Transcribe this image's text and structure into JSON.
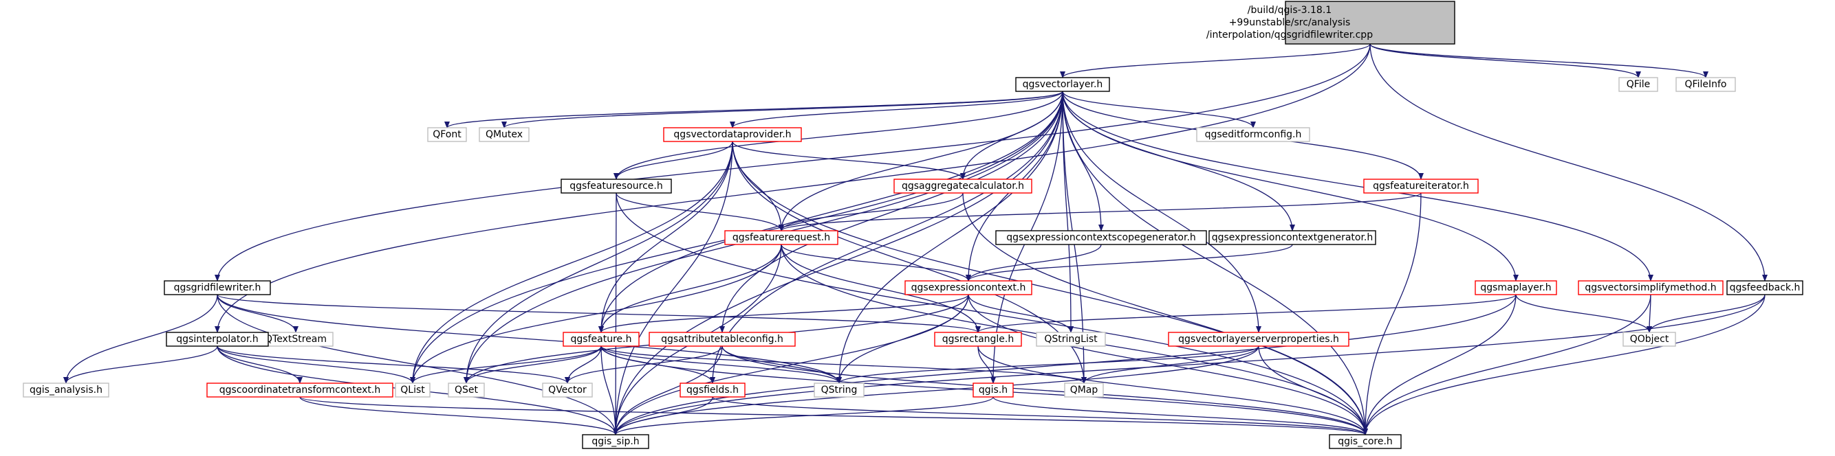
{
  "colors": {
    "edge": "#191970",
    "node_border_normal": "#000000",
    "node_border_red": "#ff0000",
    "node_border_gray": "#bfbfbf",
    "root_fill": "#bfbfbf",
    "fill": "#ffffff"
  },
  "nodes": [
    {
      "id": "root",
      "lines": [
        "/build/qgis-3.18.1",
        "+99unstable/src/analysis",
        "/interpolation/qgsgridfilewriter.cpp"
      ],
      "kind": "root"
    },
    {
      "id": "qgsvectorlayer",
      "lines": [
        "qgsvectorlayer.h"
      ],
      "kind": "normal"
    },
    {
      "id": "QFile",
      "lines": [
        "QFile"
      ],
      "kind": "gray"
    },
    {
      "id": "QFileInfo",
      "lines": [
        "QFileInfo"
      ],
      "kind": "gray"
    },
    {
      "id": "QFont",
      "lines": [
        "QFont"
      ],
      "kind": "gray"
    },
    {
      "id": "QMutex",
      "lines": [
        "QMutex"
      ],
      "kind": "gray"
    },
    {
      "id": "qgsvectordataprovider",
      "lines": [
        "qgsvectordataprovider.h"
      ],
      "kind": "red"
    },
    {
      "id": "qgseditformconfig",
      "lines": [
        "qgseditformconfig.h"
      ],
      "kind": "gray"
    },
    {
      "id": "qgsfeaturesource",
      "lines": [
        "qgsfeaturesource.h"
      ],
      "kind": "normal"
    },
    {
      "id": "qgsaggregatecalculator",
      "lines": [
        "qgsaggregatecalculator.h"
      ],
      "kind": "red"
    },
    {
      "id": "qgsfeatureiterator",
      "lines": [
        "qgsfeatureiterator.h"
      ],
      "kind": "red"
    },
    {
      "id": "qgsfeaturerequest",
      "lines": [
        "qgsfeaturerequest.h"
      ],
      "kind": "red"
    },
    {
      "id": "qgsexpressioncontextscopegenerator",
      "lines": [
        "qgsexpressioncontextscopegenerator.h"
      ],
      "kind": "normal"
    },
    {
      "id": "qgsexpressioncontextgenerator",
      "lines": [
        "qgsexpressioncontextgenerator.h"
      ],
      "kind": "normal"
    },
    {
      "id": "qgsgridfilewriter",
      "lines": [
        "qgsgridfilewriter.h"
      ],
      "kind": "normal"
    },
    {
      "id": "qgsexpressioncontext",
      "lines": [
        "qgsexpressioncontext.h"
      ],
      "kind": "red"
    },
    {
      "id": "qgsmaplayer",
      "lines": [
        "qgsmaplayer.h"
      ],
      "kind": "red"
    },
    {
      "id": "qgsvectorsimplifymethod",
      "lines": [
        "qgsvectorsimplifymethod.h"
      ],
      "kind": "red"
    },
    {
      "id": "qgsfeedback",
      "lines": [
        "qgsfeedback.h"
      ],
      "kind": "normal"
    },
    {
      "id": "QTextStream",
      "lines": [
        "QTextStream"
      ],
      "kind": "gray"
    },
    {
      "id": "qgsinterpolator",
      "lines": [
        "qgsinterpolator.h"
      ],
      "kind": "normal"
    },
    {
      "id": "qgsfeature",
      "lines": [
        "qgsfeature.h"
      ],
      "kind": "red"
    },
    {
      "id": "qgsattributetableconfig",
      "lines": [
        "qgsattributetableconfig.h"
      ],
      "kind": "red"
    },
    {
      "id": "qgsrectangle",
      "lines": [
        "qgsrectangle.h"
      ],
      "kind": "red"
    },
    {
      "id": "QStringList",
      "lines": [
        "QStringList"
      ],
      "kind": "gray"
    },
    {
      "id": "qgsvectorlayerserverproperties",
      "lines": [
        "qgsvectorlayerserverproperties.h"
      ],
      "kind": "red"
    },
    {
      "id": "QObject",
      "lines": [
        "QObject"
      ],
      "kind": "gray"
    },
    {
      "id": "qgis_analysis",
      "lines": [
        "qgis_analysis.h"
      ],
      "kind": "gray"
    },
    {
      "id": "qgscoordinatetransformcontext",
      "lines": [
        "qgscoordinatetransformcontext.h"
      ],
      "kind": "red"
    },
    {
      "id": "QList",
      "lines": [
        "QList"
      ],
      "kind": "gray"
    },
    {
      "id": "QSet",
      "lines": [
        "QSet"
      ],
      "kind": "gray"
    },
    {
      "id": "QVector",
      "lines": [
        "QVector"
      ],
      "kind": "gray"
    },
    {
      "id": "qgsfields",
      "lines": [
        "qgsfields.h"
      ],
      "kind": "red"
    },
    {
      "id": "QString",
      "lines": [
        "QString"
      ],
      "kind": "gray"
    },
    {
      "id": "qgis",
      "lines": [
        "qgis.h"
      ],
      "kind": "red"
    },
    {
      "id": "QMap",
      "lines": [
        "QMap"
      ],
      "kind": "gray"
    },
    {
      "id": "qgis_sip",
      "lines": [
        "qgis_sip.h"
      ],
      "kind": "normal"
    },
    {
      "id": "qgis_core",
      "lines": [
        "qgis_core.h"
      ],
      "kind": "normal"
    }
  ],
  "edges": [
    [
      "root",
      "qgsvectorlayer"
    ],
    [
      "root",
      "QFile"
    ],
    [
      "root",
      "QFileInfo"
    ],
    [
      "root",
      "qgsgridfilewriter"
    ],
    [
      "root",
      "qgsinterpolator"
    ],
    [
      "root",
      "qgsfeedback"
    ],
    [
      "qgsvectorlayer",
      "QFont"
    ],
    [
      "qgsvectorlayer",
      "QMutex"
    ],
    [
      "qgsvectorlayer",
      "qgsvectordataprovider"
    ],
    [
      "qgsvectorlayer",
      "qgseditformconfig"
    ],
    [
      "qgsvectorlayer",
      "qgsfeaturesource"
    ],
    [
      "qgsvectorlayer",
      "qgsaggregatecalculator"
    ],
    [
      "qgsvectorlayer",
      "qgsfeatureiterator"
    ],
    [
      "qgsvectorlayer",
      "qgsfeaturerequest"
    ],
    [
      "qgsvectorlayer",
      "qgsexpressioncontextscopegenerator"
    ],
    [
      "qgsvectorlayer",
      "qgsexpressioncontextgenerator"
    ],
    [
      "qgsvectorlayer",
      "qgsexpressioncontext"
    ],
    [
      "qgsvectorlayer",
      "qgsmaplayer"
    ],
    [
      "qgsvectorlayer",
      "qgsvectorsimplifymethod"
    ],
    [
      "qgsvectorlayer",
      "qgsfeature"
    ],
    [
      "qgsvectorlayer",
      "qgsattributetableconfig"
    ],
    [
      "qgsvectorlayer",
      "QStringList"
    ],
    [
      "qgsvectorlayer",
      "qgsvectorlayerserverproperties"
    ],
    [
      "qgsvectorlayer",
      "QList"
    ],
    [
      "qgsvectorlayer",
      "QSet"
    ],
    [
      "qgsvectorlayer",
      "qgsfields"
    ],
    [
      "qgsvectorlayer",
      "QString"
    ],
    [
      "qgsvectorlayer",
      "qgis"
    ],
    [
      "qgsvectorlayer",
      "QMap"
    ],
    [
      "qgsvectorlayer",
      "qgis_sip"
    ],
    [
      "qgsvectorlayer",
      "qgis_core"
    ],
    [
      "qgsvectordataprovider",
      "qgsfeaturesource"
    ],
    [
      "qgsvectordataprovider",
      "qgsaggregatecalculator"
    ],
    [
      "qgsvectordataprovider",
      "qgsfeaturerequest"
    ],
    [
      "qgsvectordataprovider",
      "qgsfeature"
    ],
    [
      "qgsvectordataprovider",
      "QList"
    ],
    [
      "qgsvectordataprovider",
      "QSet"
    ],
    [
      "qgsvectordataprovider",
      "QMap"
    ],
    [
      "qgsvectordataprovider",
      "qgis_sip"
    ],
    [
      "qgsvectordataprovider",
      "qgis_core"
    ],
    [
      "qgsfeaturesource",
      "qgsfeaturerequest"
    ],
    [
      "qgsfeaturesource",
      "qgis_sip"
    ],
    [
      "qgsfeaturesource",
      "qgis_core"
    ],
    [
      "qgsaggregatecalculator",
      "qgsfeaturerequest"
    ],
    [
      "qgsaggregatecalculator",
      "qgis_core"
    ],
    [
      "qgsfeatureiterator",
      "qgsfeaturerequest"
    ],
    [
      "qgsfeatureiterator",
      "qgis_core"
    ],
    [
      "qgsfeaturerequest",
      "qgsexpressioncontext"
    ],
    [
      "qgsfeaturerequest",
      "qgsfeature"
    ],
    [
      "qgsfeaturerequest",
      "qgsrectangle"
    ],
    [
      "qgsfeaturerequest",
      "QList"
    ],
    [
      "qgsfeaturerequest",
      "qgis_sip"
    ],
    [
      "qgsfeaturerequest",
      "qgis_core"
    ],
    [
      "qgsexpressioncontextscopegenerator",
      "qgsexpressioncontext"
    ],
    [
      "qgsexpressioncontextgenerator",
      "qgsexpressioncontext"
    ],
    [
      "qgsexpressioncontext",
      "qgsfeature"
    ],
    [
      "qgsexpressioncontext",
      "QStringList"
    ],
    [
      "qgsexpressioncontext",
      "QSet"
    ],
    [
      "qgsexpressioncontext",
      "QString"
    ],
    [
      "qgsexpressioncontext",
      "qgis_sip"
    ],
    [
      "qgsexpressioncontext",
      "qgis_core"
    ],
    [
      "qgsgridfilewriter",
      "QTextStream"
    ],
    [
      "qgsgridfilewriter",
      "qgsrectangle"
    ],
    [
      "qgsgridfilewriter",
      "qgis_analysis"
    ],
    [
      "qgsgridfilewriter",
      "QString"
    ],
    [
      "qgsgridfilewriter",
      "qgis_sip"
    ],
    [
      "qgsinterpolator",
      "qgis_analysis"
    ],
    [
      "qgsinterpolator",
      "qgscoordinatetransformcontext"
    ],
    [
      "qgsinterpolator",
      "QList"
    ],
    [
      "qgsinterpolator",
      "QVector"
    ],
    [
      "qgsinterpolator",
      "qgis_sip"
    ],
    [
      "qgsfeature",
      "QList"
    ],
    [
      "qgsfeature",
      "QSet"
    ],
    [
      "qgsfeature",
      "QVector"
    ],
    [
      "qgsfeature",
      "qgsfields"
    ],
    [
      "qgsfeature",
      "QString"
    ],
    [
      "qgsfeature",
      "QMap"
    ],
    [
      "qgsfeature",
      "qgis_sip"
    ],
    [
      "qgsfeature",
      "qgis_core"
    ],
    [
      "qgsattributetableconfig",
      "QVector"
    ],
    [
      "qgsattributetableconfig",
      "QString"
    ],
    [
      "qgsattributetableconfig",
      "qgis_sip"
    ],
    [
      "qgsattributetableconfig",
      "qgis_core"
    ],
    [
      "qgsrectangle",
      "qgis"
    ],
    [
      "qgsrectangle",
      "qgis_core"
    ],
    [
      "qgsmaplayer",
      "qgsrectangle"
    ],
    [
      "qgsmaplayer",
      "QObject"
    ],
    [
      "qgsmaplayer",
      "qgis_sip"
    ],
    [
      "qgsmaplayer",
      "qgis_core"
    ],
    [
      "qgsvectorsimplifymethod",
      "QObject"
    ],
    [
      "qgsvectorsimplifymethod",
      "qgis_core"
    ],
    [
      "qgsfeedback",
      "QObject"
    ],
    [
      "qgsfeedback",
      "qgis_sip"
    ],
    [
      "qgsfeedback",
      "qgis_core"
    ],
    [
      "qgsvectorlayerserverproperties",
      "QMap"
    ],
    [
      "qgsvectorlayerserverproperties",
      "QString"
    ],
    [
      "qgsvectorlayerserverproperties",
      "qgis_sip"
    ],
    [
      "qgsvectorlayerserverproperties",
      "qgis_core"
    ],
    [
      "qgscoordinatetransformcontext",
      "qgis_sip"
    ],
    [
      "qgscoordinatetransformcontext",
      "qgis_core"
    ],
    [
      "qgsfields",
      "qgis_sip"
    ],
    [
      "qgsfields",
      "qgis_core"
    ],
    [
      "qgis",
      "qgis_sip"
    ],
    [
      "qgis",
      "qgis_core"
    ]
  ]
}
